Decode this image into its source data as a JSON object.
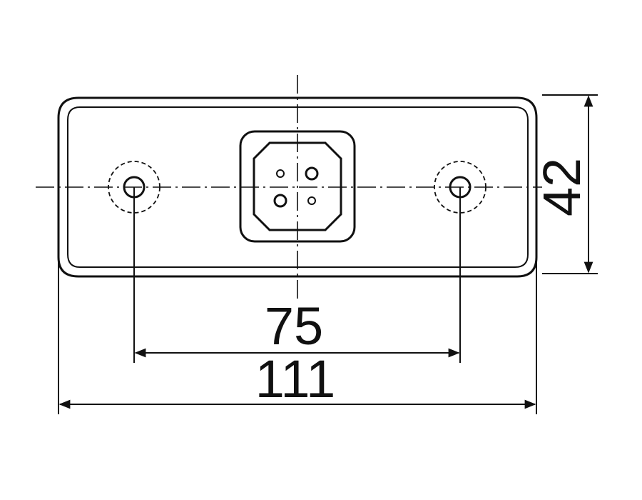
{
  "dimensions": {
    "hole_spacing": "75",
    "overall_width": "111",
    "height": "42"
  },
  "colors": {
    "line": "#111111",
    "background": "#ffffff"
  }
}
